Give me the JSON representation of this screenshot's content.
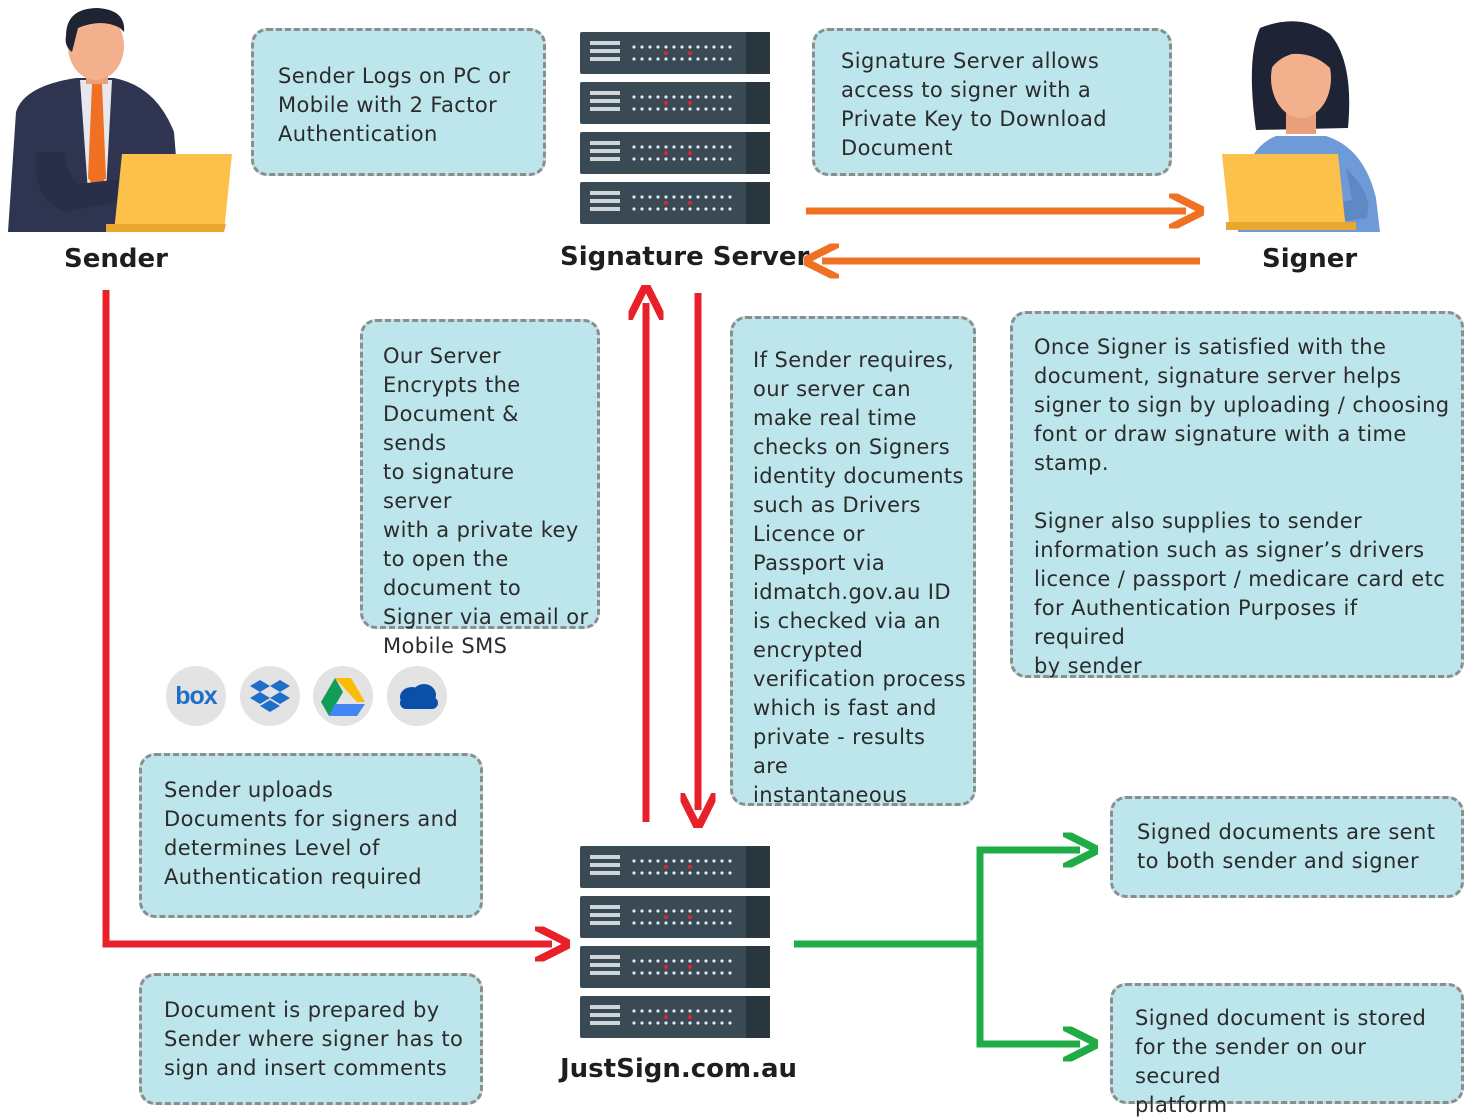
{
  "labels": {
    "sender": "Sender",
    "signer": "Signer",
    "signature_server": "Signature Server",
    "justsign": "JustSign.com.au"
  },
  "boxes": {
    "sender_login": "Sender Logs on PC or\nMobile with 2 Factor\nAuthentication",
    "server_access": "Signature Server allows\naccess to signer with a\nPrivate Key to Download\nDocument",
    "encrypt": "Our Server\nEncrypts the\nDocument & sends\nto signature server\nwith a private key\nto open the\ndocument to\nSigner via email or\nMobile SMS",
    "identity_checks": "If Sender requires,\nour server can\nmake real time\nchecks on Signers\nidentity documents\nsuch as Drivers\nLicence or\nPassport via\nidmatch.gov.au ID\nis checked via an\nencrypted\nverification process\nwhich is fast and\nprivate - results are\ninstantaneous",
    "signer_satisfied": "Once Signer is satisfied with the\ndocument, signature server helps\nsigner to sign by uploading / choosing\nfont or draw signature with a time\nstamp.\n\nSigner also supplies to sender\ninformation such as signer’s drivers\nlicence / passport / medicare card etc\nfor Authentication Purposes if required\nby sender",
    "uploads": "Sender uploads\nDocuments for signers and\ndetermines Level of\nAuthentication required",
    "prepared": "Document is prepared by\nSender where signer has to\nsign and insert comments",
    "sent_both": "Signed documents are sent\nto both sender and signer",
    "stored": "Signed document is stored\nfor the sender on our secured\nplatform"
  },
  "cloud_icons": {
    "box_text": "box",
    "items": [
      "box-icon",
      "dropbox-icon",
      "google-drive-icon",
      "onedrive-icon"
    ]
  },
  "colors": {
    "box_fill": "#bde5ec",
    "box_border": "#8d8d8d",
    "red_arrow": "#e8202a",
    "orange_arrow": "#f07024",
    "green_arrow": "#1fac46",
    "server_dark": "#3a4a55"
  }
}
